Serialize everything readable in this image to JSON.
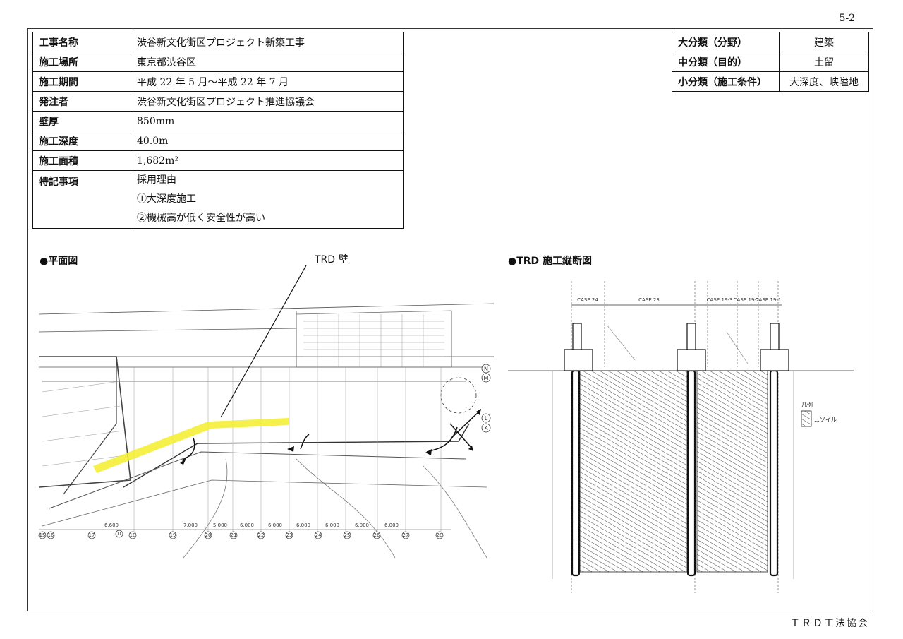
{
  "page_number": "5-2",
  "info_table": [
    {
      "label": "工事名称",
      "value": "渋谷新文化街区プロジェクト新築工事"
    },
    {
      "label": "施工場所",
      "value": "東京都渋谷区"
    },
    {
      "label": "施工期間",
      "value": "平成 22 年 5 月～平成 22 年 7 月"
    },
    {
      "label": "発注者",
      "value": "渋谷新文化街区プロジェクト推進協議会"
    },
    {
      "label": "壁厚",
      "value": "850mm"
    },
    {
      "label": "施工深度",
      "value": "40.0m"
    },
    {
      "label": "施工面積",
      "value": "1,682m²"
    }
  ],
  "notes": {
    "label": "特記事項",
    "lines": [
      "採用理由",
      "①大深度施工",
      "②機械高が低く安全性が高い"
    ]
  },
  "classification": [
    {
      "label": "大分類（分野）",
      "value": "建築"
    },
    {
      "label": "中分類（目的）",
      "value": "土留"
    },
    {
      "label": "小分類（施工条件）",
      "value": "大深度、峡隘地"
    }
  ],
  "plan": {
    "heading": "●平面図",
    "callout": "TRD 壁",
    "grid_labels": [
      "15",
      "16",
      "17",
      "D",
      "18",
      "19",
      "20",
      "21",
      "22",
      "23",
      "24",
      "25",
      "26",
      "27",
      "28"
    ],
    "spans": [
      "6,600",
      "7,000",
      "5,000",
      "6,000",
      "6,000",
      "6,000",
      "6,000",
      "6,000",
      "6,000"
    ],
    "axis_markers": [
      "N",
      "M",
      "L",
      "K"
    ]
  },
  "section": {
    "heading": "●TRD 施工縦断図",
    "cases": [
      "CASE 24",
      "CASE 23",
      "CASE 19-3",
      "CASE 19-2",
      "CASE 19-1"
    ],
    "legend_title": "凡例",
    "legend_item": "…ソイル"
  },
  "footer": "ＴＲＤ工法協会"
}
